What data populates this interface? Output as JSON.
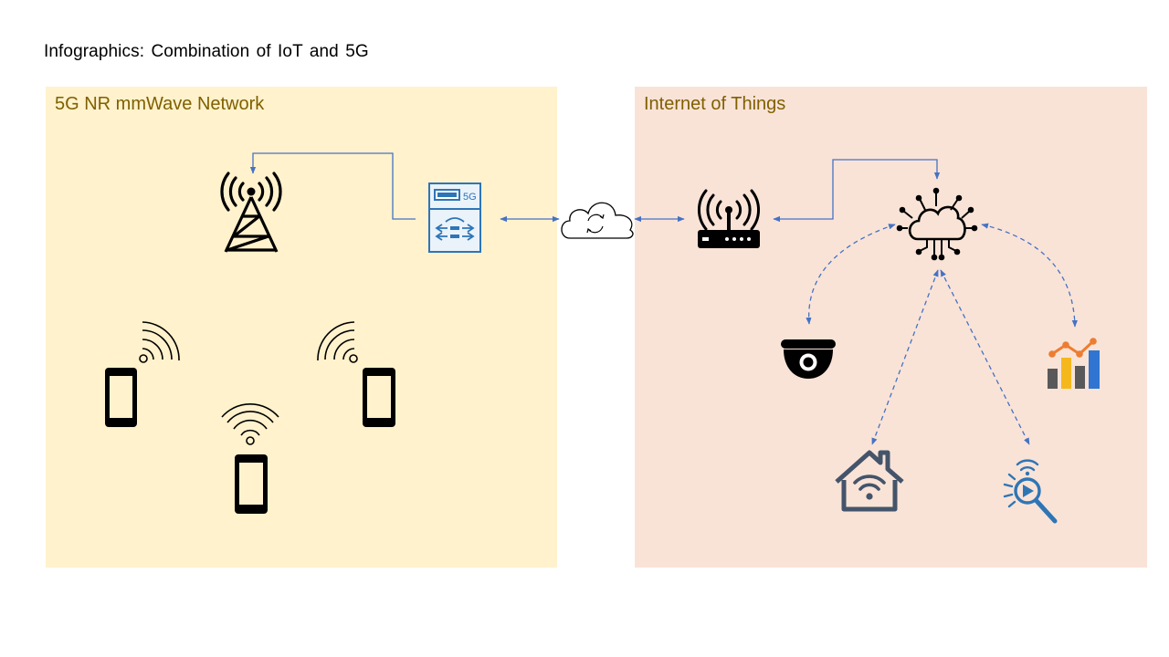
{
  "title": "Infographics:  Combination  of IoT  and 5G",
  "panels": {
    "network": {
      "label": "5G NR mmWave Network",
      "color": "#FFF2CC"
    },
    "iot": {
      "label": "Internet of Things",
      "color": "#F9E3D7"
    }
  },
  "core_unit": {
    "label": "5G"
  },
  "colors": {
    "connector": "#4472C4",
    "panel_text": "#7F6000",
    "device": "#000000"
  },
  "icons": {
    "tower": "cell-tower-icon",
    "core": "5g-core-unit-icon",
    "cloud_sync": "cloud-sync-icon",
    "router": "wifi-router-icon",
    "iot_cloud": "iot-cloud-network-icon",
    "camera": "security-camera-icon",
    "analytics": "bar-chart-analytics-icon",
    "home": "smart-home-icon",
    "sensor": "sensor-search-icon",
    "phones": [
      "smartphone-left-icon",
      "smartphone-right-icon",
      "smartphone-bottom-icon"
    ]
  }
}
